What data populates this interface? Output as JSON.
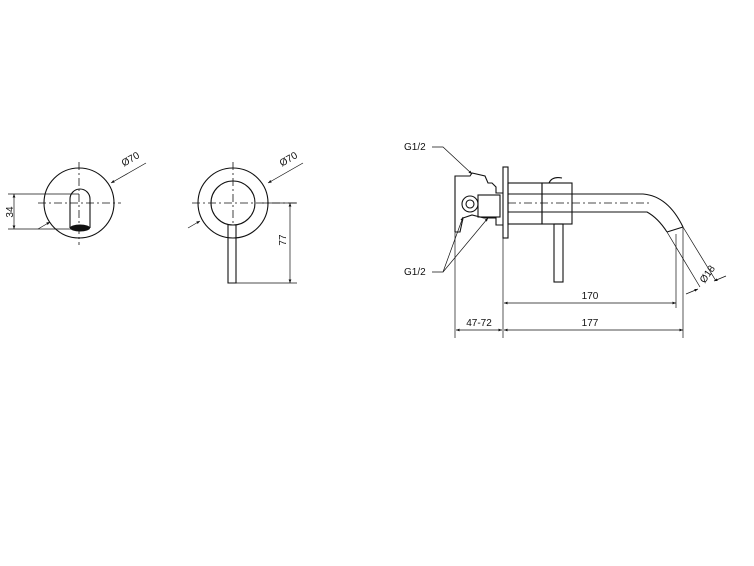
{
  "front_view_spout": {
    "diameter_label": "Ø70",
    "height_label": "34"
  },
  "front_view_lever": {
    "diameter_label": "Ø70",
    "height_label": "77"
  },
  "side_view": {
    "thread_top_label": "G1/2",
    "thread_bottom_label": "G1/2",
    "spout_diameter_label": "Ø18",
    "spout_reach_label": "170",
    "total_reach_label": "177",
    "wall_depth_label": "47-72"
  }
}
